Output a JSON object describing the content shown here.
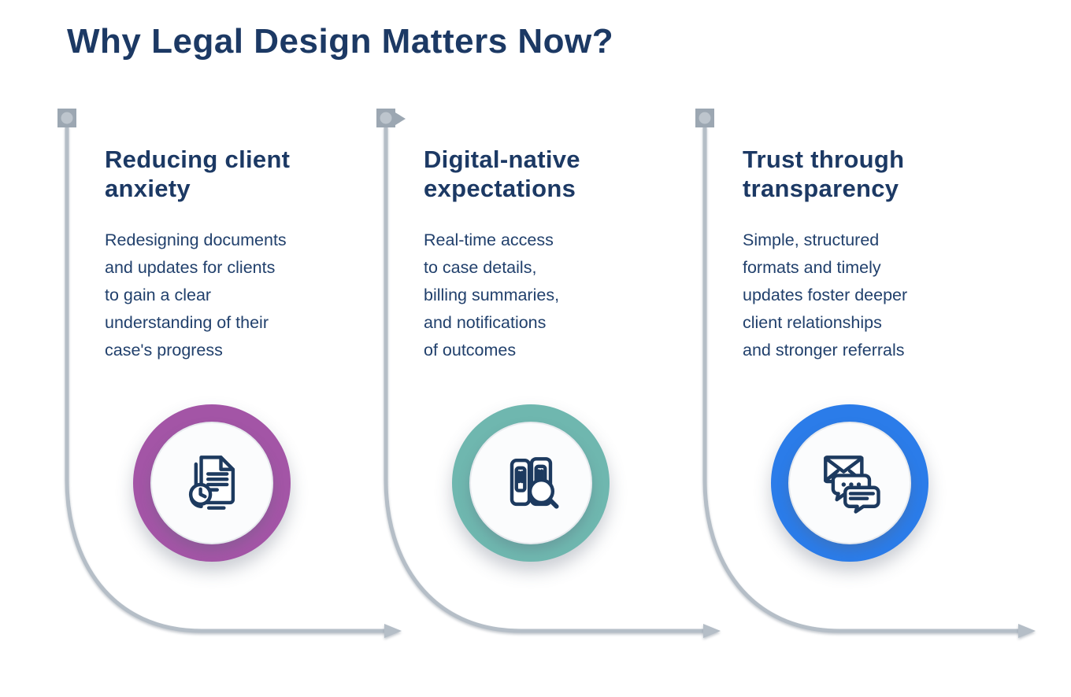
{
  "title": "Why Legal Design Matters Now?",
  "colors": {
    "title": "#1C3964",
    "heading": "#1C3964",
    "body": "#21406C",
    "line": "#B5BEC7",
    "marker": "#9CA7B2",
    "marker_dot": "#BDC5CD",
    "icon_stroke": "#1D3A5F",
    "inner_circle": "#FBFCFD"
  },
  "columns": [
    {
      "heading": "Reducing client\nanxiety",
      "body": "Redesigning documents\nand updates for clients\nto gain a clear\nunderstanding of their\ncase's progress",
      "icon": "document-clock-icon",
      "ring_color": "#A355A6"
    },
    {
      "heading": "Digital-native\nexpectations",
      "body": "Real-time access\nto case details,\nbilling summaries,\nand notifications\nof outcomes",
      "icon": "binders-magnifier-icon",
      "ring_color": "#6FB7AF"
    },
    {
      "heading": "Trust through\ntransparency",
      "body": "Simple, structured\nformats and timely\nupdates foster deeper\nclient relationships\nand stronger referrals",
      "icon": "envelope-chat-icon",
      "ring_color": "#2B7CE9"
    }
  ]
}
